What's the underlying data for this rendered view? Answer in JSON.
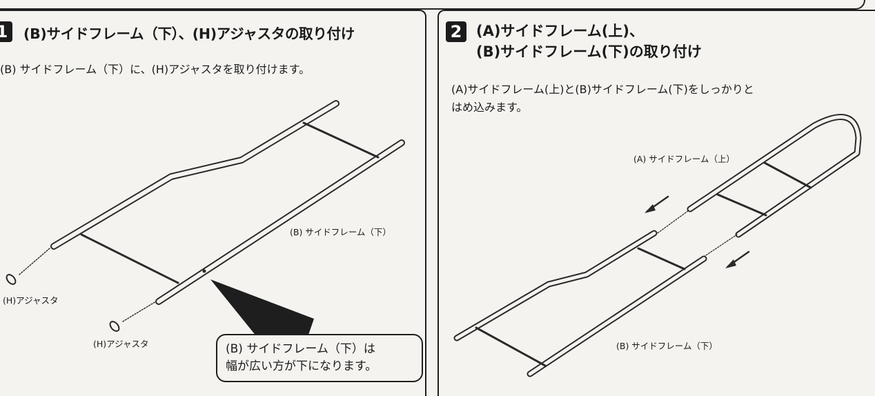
{
  "step1": {
    "number": "1",
    "title": "(B)サイドフレーム（下）、(H)アジャスタの取り付け",
    "description": "(B) サイドフレーム（下）に、(H)アジャスタを取り付けます。",
    "labels": {
      "frame_lower": "(B) サイドフレーム（下）",
      "adjuster_1": "(H)アジャスタ",
      "adjuster_2": "(H)アジャスタ"
    },
    "note_line1": "(B) サイドフレーム（下）は",
    "note_line2": "幅が広い方が下になります。"
  },
  "step2": {
    "number": "2",
    "title_line1": "(A)サイドフレーム(上)、",
    "title_line2": "(B)サイドフレーム(下)の取り付け",
    "description_line1": "(A)サイドフレーム(上)と(B)サイドフレーム(下)をしっかりと",
    "description_line2": "はめ込みます。",
    "labels": {
      "frame_upper": "(A) サイドフレーム（上）",
      "frame_lower": "(B) サイドフレーム（下）"
    }
  }
}
